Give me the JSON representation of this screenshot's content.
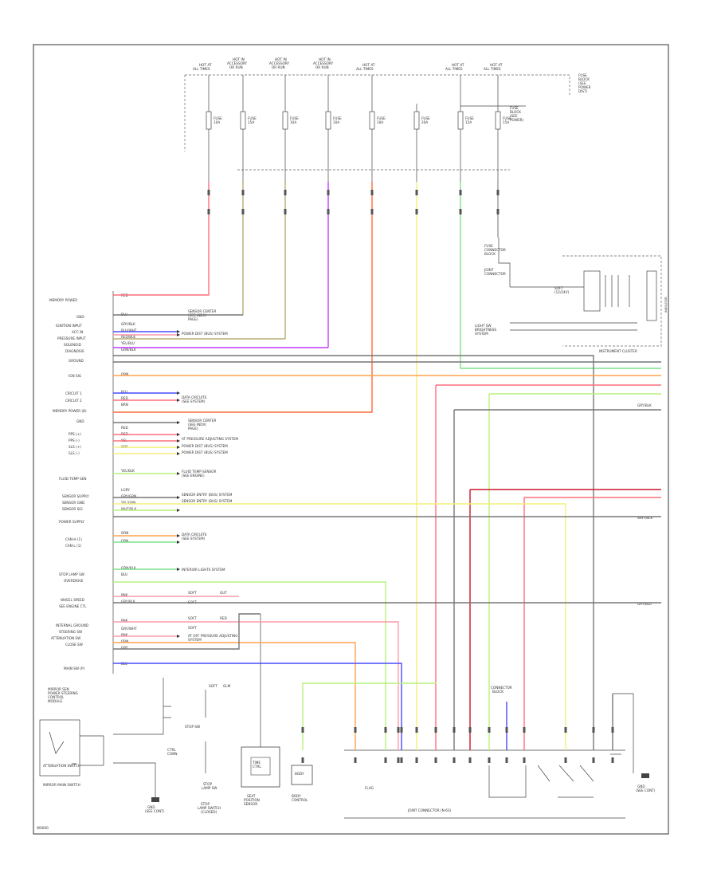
{
  "colors": {
    "red": "#ff6f7c",
    "pink": "#ff9aa8",
    "orange": "#ffa34d",
    "orange_red": "#ff6a3a",
    "yellow": "#f3f07a",
    "lime": "#b6f27a",
    "green": "#7ee08a",
    "blue": "#4b4bff",
    "violet": "#c43cff",
    "dkred": "#c8182a",
    "tan": "#b5ac74",
    "gray": "#9a9a9a",
    "black": "#444444"
  },
  "footer": {
    "code": "W0000"
  },
  "labels": {
    "instrument_cluster": "INSTRUMENT CLUSTER",
    "main_switch": "MIRROR MAIN SWITCH",
    "attenuation_switch": "ATTENUATION SWITCH",
    "bottom_connector": "JOINT CONNECTOR (N-63)",
    "module": "BODY CONTROL MODULE",
    "gnd": "GND"
  }
}
